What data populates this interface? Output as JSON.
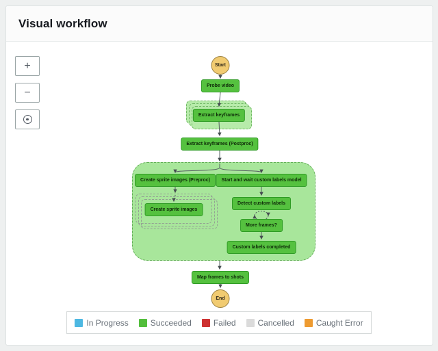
{
  "header": {
    "title": "Visual workflow"
  },
  "toolbar": {
    "zoom_in_glyph": "+",
    "zoom_out_glyph": "−"
  },
  "workflow": {
    "start": "Start",
    "end": "End",
    "nodes": {
      "probe_video": "Probe video",
      "extract_keyframes": "Extract keyframes",
      "extract_keyframes_postproc": "Extract keyframes (Postproc)",
      "create_sprite_images_preproc": "Create sprite images (Preproc)",
      "create_sprite_images": "Create sprite images",
      "start_and_wait_custom_labels_model": "Start and wait custom labels model",
      "detect_custom_labels": "Detect custom labels",
      "more_frames": "More frames?",
      "custom_labels_completed": "Custom labels completed",
      "map_frames_to_shots": "Map frames to shots"
    },
    "status_colors": {
      "succeeded_node": "#55c13f",
      "succeeded_container": "#a8e69b",
      "terminal": "#f1cb71"
    }
  },
  "legend": {
    "items": [
      {
        "label": "In Progress",
        "color": "#4db8e2"
      },
      {
        "label": "Succeeded",
        "color": "#53be3c"
      },
      {
        "label": "Failed",
        "color": "#cd3131"
      },
      {
        "label": "Cancelled",
        "color": "#dbdbdb"
      },
      {
        "label": "Caught Error",
        "color": "#ee9b31"
      }
    ]
  }
}
